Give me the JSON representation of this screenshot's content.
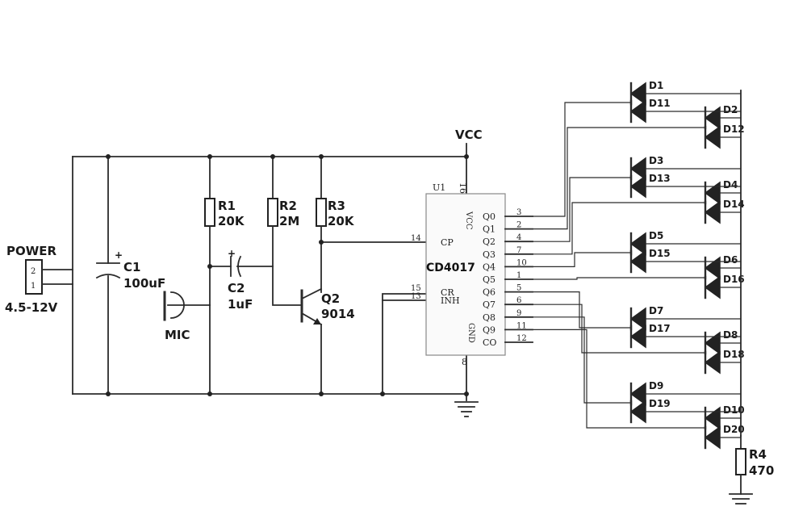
{
  "power": {
    "label": "POWER",
    "voltage": "4.5-12V",
    "pins": [
      "2",
      "1"
    ]
  },
  "vcc": "VCC",
  "c1": {
    "name": "C1",
    "value": "100uF",
    "polarity": "+"
  },
  "mic": "MIC",
  "r1": {
    "name": "R1",
    "value": "20K"
  },
  "c2": {
    "name": "C2",
    "value": "1uF",
    "polarity": "+"
  },
  "r2": {
    "name": "R2",
    "value": "2M"
  },
  "r3": {
    "name": "R3",
    "value": "20K"
  },
  "q2": {
    "name": "Q2",
    "value": "9014"
  },
  "ic": {
    "name": "CD4017",
    "ref": "U1",
    "vcc_pin": {
      "num": "16",
      "label": "VCC"
    },
    "gnd_pin": {
      "num": "8",
      "label": "GND"
    },
    "left_pins": [
      {
        "num": "14",
        "label": "CP"
      },
      {
        "num": "15",
        "label": "CR"
      },
      {
        "num": "13",
        "label": "INH"
      }
    ],
    "right_pins": [
      {
        "num": "3",
        "label": "Q0"
      },
      {
        "num": "2",
        "label": "Q1"
      },
      {
        "num": "4",
        "label": "Q2"
      },
      {
        "num": "7",
        "label": "Q3"
      },
      {
        "num": "10",
        "label": "Q4"
      },
      {
        "num": "1",
        "label": "Q5"
      },
      {
        "num": "5",
        "label": "Q6"
      },
      {
        "num": "6",
        "label": "Q7"
      },
      {
        "num": "9",
        "label": "Q8"
      },
      {
        "num": "11",
        "label": "Q9"
      },
      {
        "num": "12",
        "label": "CO"
      }
    ]
  },
  "diodes_a": [
    "D1",
    "D3",
    "D5",
    "D7",
    "D9"
  ],
  "diodes_b": [
    "D11",
    "D13",
    "D15",
    "D17",
    "D19"
  ],
  "diodes_c": [
    "D2",
    "D4",
    "D6",
    "D8",
    "D10"
  ],
  "diodes_d": [
    "D12",
    "D14",
    "D16",
    "D18",
    "D20"
  ],
  "r4": {
    "name": "R4",
    "value": "470"
  }
}
